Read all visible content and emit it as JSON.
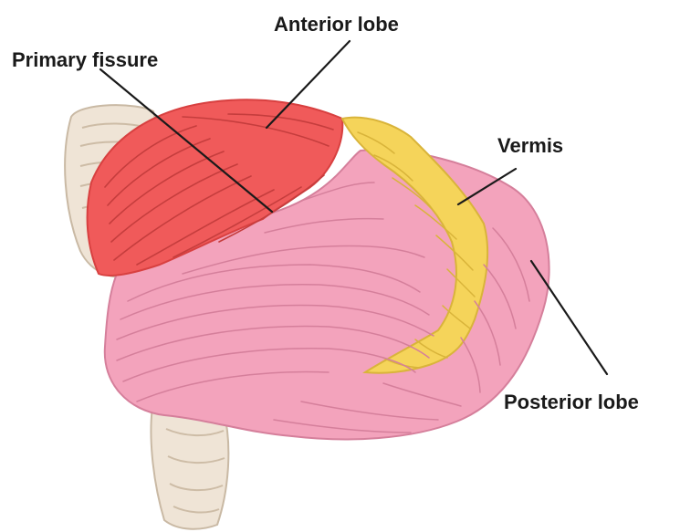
{
  "labels": {
    "anterior_lobe": "Anterior lobe",
    "primary_fissure": "Primary fissure",
    "vermis": "Vermis",
    "posterior_lobe": "Posterior lobe"
  },
  "colors": {
    "anterior_lobe": "#f05a5a",
    "posterior_lobe": "#f3a3bc",
    "vermis": "#f5d45a",
    "brainstem": "#efe4d6",
    "outline": "#1a1a1a"
  }
}
